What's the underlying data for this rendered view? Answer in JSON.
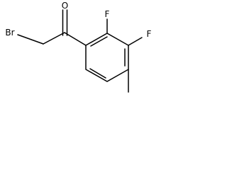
{
  "molecule": {
    "atoms": {
      "oxygen": "O",
      "bromine": "Br",
      "fluorine_2": "F",
      "fluorine_3": "F"
    }
  },
  "colors": {
    "background": "#ffffff",
    "ink": "#000000"
  }
}
